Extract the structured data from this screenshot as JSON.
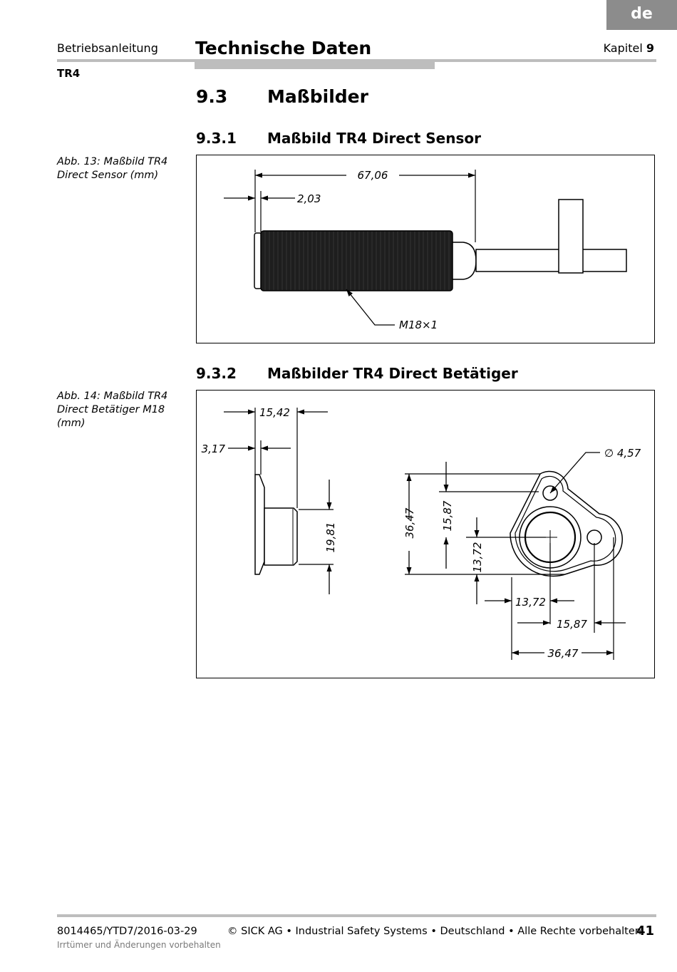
{
  "header": {
    "lang_badge": "de",
    "doc_type": "Betriebsanleitung",
    "product": "TR4",
    "section_title": "Technische Daten",
    "chapter_label": "Kapitel",
    "chapter_num": "9"
  },
  "section": {
    "num": "9.3",
    "title": "Maßbilder"
  },
  "subsections": [
    {
      "num": "9.3.1",
      "title": "Maßbild TR4 Direct Sensor",
      "caption_line1": "Abb. 13: Maßbild TR4",
      "caption_line2": "Direct Sensor (mm)",
      "dims": {
        "length": "67,06",
        "collar": "2,03",
        "thread": "M18×1"
      }
    },
    {
      "num": "9.3.2",
      "title": "Maßbilder TR4 Direct Betätiger",
      "caption_line1": "Abb. 14: Maßbild TR4",
      "caption_line2": "Direct Betätiger M18",
      "caption_line3": "(mm)",
      "dims": {
        "width": "15,42",
        "flange": "3,17",
        "height": "19,81",
        "hole_dia": "∅ 4,57",
        "v_total": "36,47",
        "v_top": "15,87",
        "v_center": "13,72",
        "h_center": "13,72",
        "h_mid": "15,87",
        "h_total": "36,47"
      }
    }
  ],
  "footer": {
    "doc_id": "8014465/YTD7/2016-03-29",
    "copyright": "© SICK AG • Industrial Safety Systems • Deutschland • Alle Rechte vorbehalten",
    "disclaimer": "Irrtümer und Änderungen vorbehalten",
    "page": "41"
  }
}
